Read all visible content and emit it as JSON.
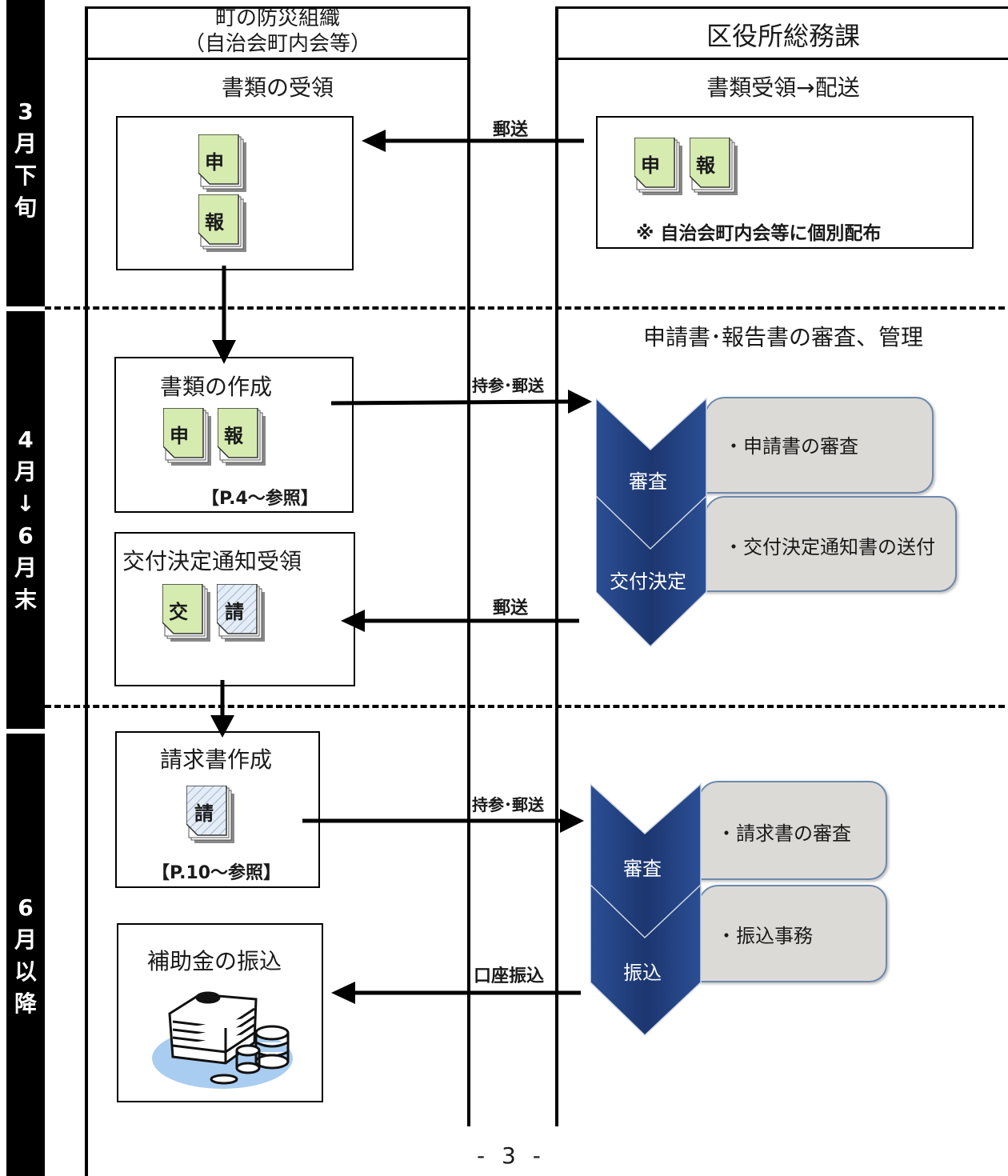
{
  "lanes": {
    "left_header_line1": "町の防災組織",
    "left_header_line2": "（自治会町内会等）",
    "right_header": "区役所総務課"
  },
  "periods": [
    {
      "label": "3\n月\n下\n旬"
    },
    {
      "label": "4\n月\n↓\n6\n月\n末"
    },
    {
      "label": "6\n月\n以\n降"
    }
  ],
  "phase1": {
    "left_title": "書類の受領",
    "right_title": "書類受領→配送",
    "edge_label": "郵送",
    "note": "※ 自治会町内会等に個別配布"
  },
  "phase2": {
    "right_title": "申請書･報告書の審査、管理",
    "create_title": "書類の作成",
    "create_ref": "【P.4〜参照】",
    "edge_label_submit": "持参･郵送",
    "receive_title": "交付決定通知受領",
    "edge_label_return": "郵送",
    "steps": [
      {
        "chevron": "審査",
        "text": "・申請書の審査"
      },
      {
        "chevron": "交付決定",
        "text": "・交付決定通知書の送付"
      }
    ]
  },
  "phase3": {
    "invoice_title": "請求書作成",
    "invoice_ref": "【P.10〜参照】",
    "edge_label_submit": "持参･郵送",
    "transfer_title": "補助金の振込",
    "edge_label_transfer": "口座振込",
    "steps": [
      {
        "chevron": "審査",
        "text": "・請求書の審査"
      },
      {
        "chevron": "振込",
        "text": "・振込事務"
      }
    ]
  },
  "docs": {
    "application": "申",
    "report": "報",
    "grant": "交",
    "invoice": "請"
  },
  "colors": {
    "doc_green": "#d6ebb0",
    "doc_invoice": "#dde6f2",
    "chevron_blue": "#1f3d7a",
    "step_box": "#dcdad6",
    "coins_blue": "#a9cdf0"
  },
  "footer": {
    "page_number": "- 3 -"
  }
}
